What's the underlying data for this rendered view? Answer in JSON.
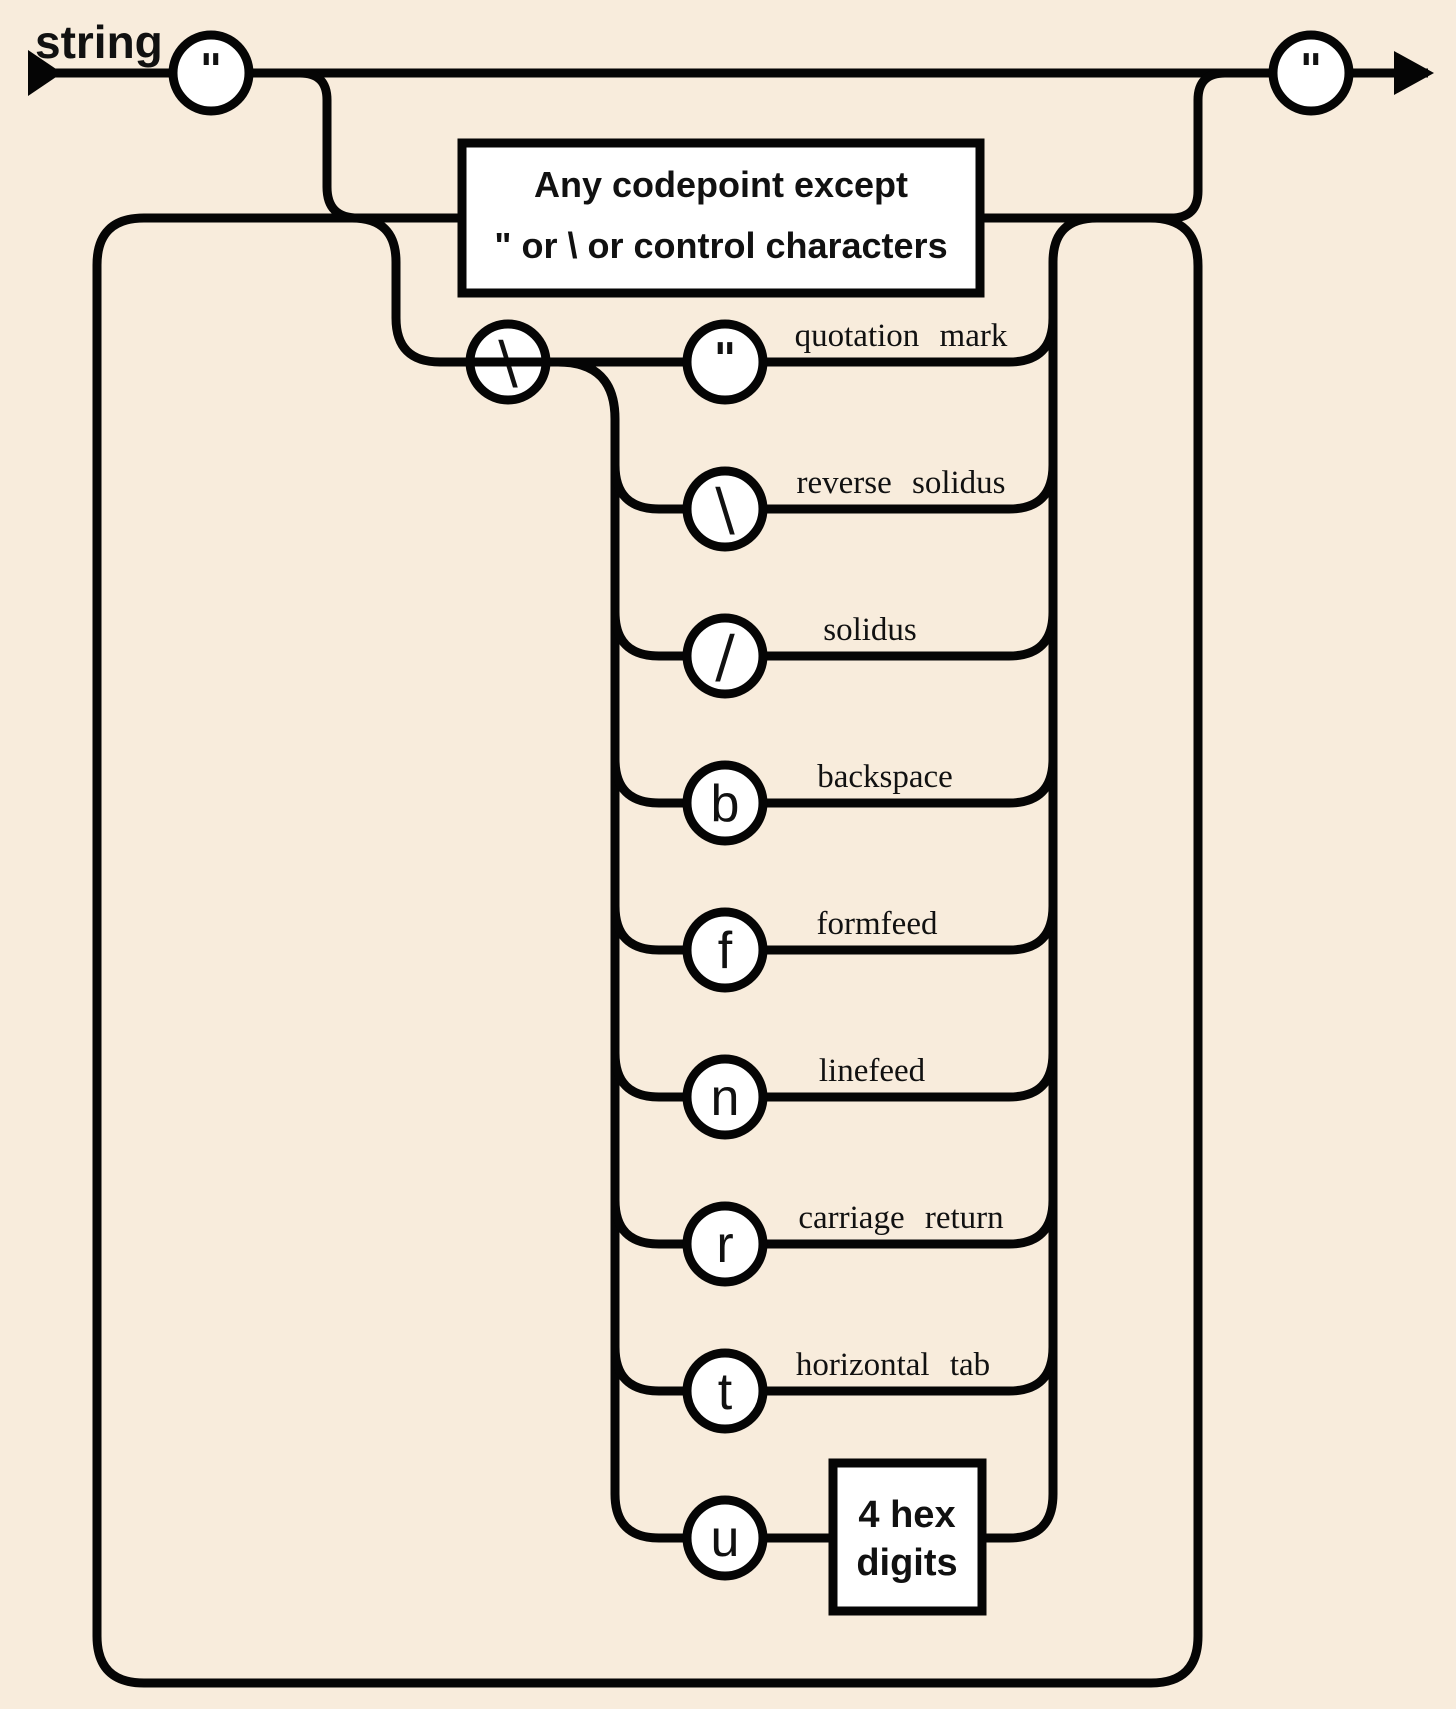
{
  "title": "string",
  "colors": {
    "background": "#f8ecdc",
    "line": "#050505",
    "node_fill": "#ffffff"
  },
  "start_terminal": {
    "glyph": "\""
  },
  "end_terminal": {
    "glyph": "\""
  },
  "codepoint_box": {
    "line1": "Any codepoint except",
    "line2": "\" or \\ or control characters"
  },
  "escape_intro": {
    "glyph": "\\"
  },
  "escapes": [
    {
      "glyph": "\"",
      "label": "quotation mark"
    },
    {
      "glyph": "\\",
      "label": "reverse solidus"
    },
    {
      "glyph": "/",
      "label": "solidus"
    },
    {
      "glyph": "b",
      "label": "backspace"
    },
    {
      "glyph": "f",
      "label": "formfeed"
    },
    {
      "glyph": "n",
      "label": "linefeed"
    },
    {
      "glyph": "r",
      "label": "carriage return"
    },
    {
      "glyph": "t",
      "label": "horizontal tab"
    },
    {
      "glyph": "u",
      "label": ""
    }
  ],
  "hex_box": {
    "line1": "4 hex",
    "line2": "digits"
  }
}
